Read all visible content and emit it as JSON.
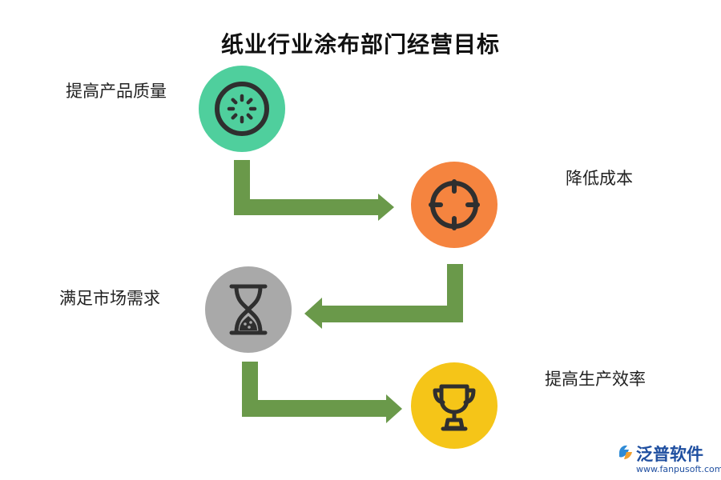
{
  "title": "纸业行业涂布部门经营目标",
  "steps": [
    {
      "label": "提高产品质量",
      "icon": "dial-wheel-icon",
      "color": "#4fcf9d"
    },
    {
      "label": "降低成本",
      "icon": "crosshair-target-icon",
      "color": "#f5843f"
    },
    {
      "label": "满足市场需求",
      "icon": "hourglass-icon",
      "color": "#a9a9a9"
    },
    {
      "label": "提高生产效率",
      "icon": "trophy-icon",
      "color": "#f5c518"
    }
  ],
  "connector_color": "#6a994a",
  "icon_stroke_color": "#2f2f2f",
  "watermark": {
    "name": "泛普软件",
    "url": "www.fanpusoft.com",
    "color": "#1f4fa0"
  }
}
